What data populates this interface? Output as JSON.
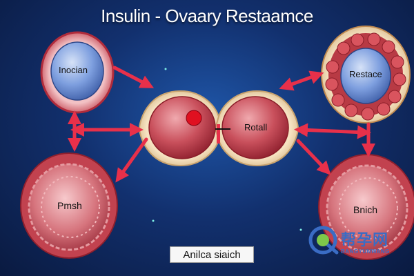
{
  "title": "Insulin - Ovaary Restaamce",
  "labels": {
    "top_left": "Inocian",
    "top_right": "Restace",
    "center": "Rotall",
    "bottom_left": "Pmsh",
    "bottom_right": "Bnich"
  },
  "caption": "Anilca siaich",
  "watermark": {
    "text": "帮孕网",
    "subtext": "BANGYUNWANG"
  },
  "colors": {
    "background": "#12306e",
    "arrow": "#e8304a",
    "cell_red": "#c2424f",
    "cell_blue": "#5e86d6"
  }
}
